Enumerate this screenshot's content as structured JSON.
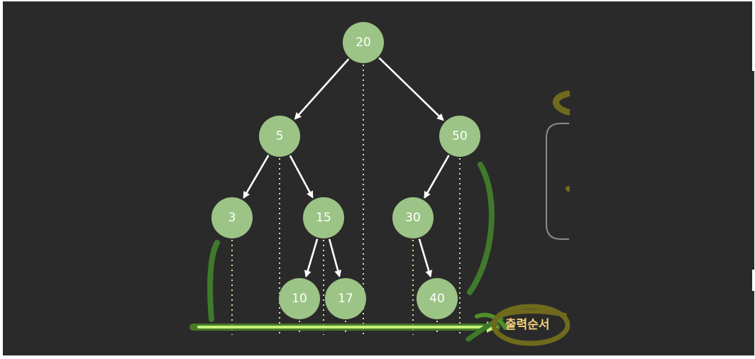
{
  "diagram": {
    "caption": "출력순서",
    "colors": {
      "background": "#2b2a2a",
      "node_fill": "#9cc486",
      "edge": "#ffffff",
      "guide": "#e8d9a0",
      "scribble_green": "#3f7a2c",
      "arrow_glow": "#9be84a",
      "scribble_olive": "#6f6a1c"
    },
    "nodes": [
      {
        "id": "n20",
        "label": "20"
      },
      {
        "id": "n5",
        "label": "5"
      },
      {
        "id": "n50",
        "label": "50"
      },
      {
        "id": "n3",
        "label": "3"
      },
      {
        "id": "n15",
        "label": "15"
      },
      {
        "id": "n30",
        "label": "30"
      },
      {
        "id": "n10",
        "label": "10"
      },
      {
        "id": "n17",
        "label": "17"
      },
      {
        "id": "n40",
        "label": "40"
      }
    ],
    "edges": [
      {
        "from": "n20",
        "to": "n5"
      },
      {
        "from": "n20",
        "to": "n50"
      },
      {
        "from": "n5",
        "to": "n3"
      },
      {
        "from": "n5",
        "to": "n15"
      },
      {
        "from": "n50",
        "to": "n30"
      },
      {
        "from": "n15",
        "to": "n10"
      },
      {
        "from": "n15",
        "to": "n17"
      },
      {
        "from": "n30",
        "to": "n40"
      }
    ]
  }
}
